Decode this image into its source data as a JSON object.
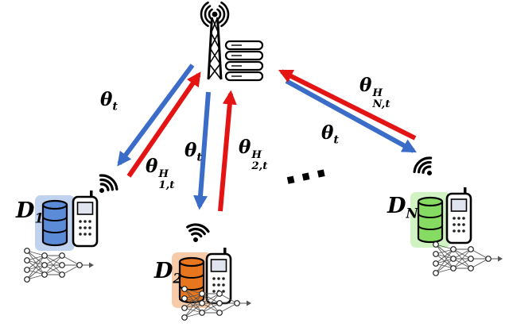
{
  "colors": {
    "downlink": "#3a6cc8",
    "uplink": "#e41414",
    "icon_stroke": "#000000"
  },
  "ellipsis": "...",
  "links": [
    {
      "downlink": {
        "symbol": "θ",
        "sub": "t"
      },
      "uplink": {
        "symbol": "θ",
        "sup": "H",
        "sub": "1,t"
      }
    },
    {
      "downlink": {
        "symbol": "θ",
        "sub": "t"
      },
      "uplink": {
        "symbol": "θ",
        "sup": "H",
        "sub": "2,t"
      }
    },
    {
      "downlink": {
        "symbol": "θ",
        "sub": "t"
      },
      "uplink": {
        "symbol": "θ",
        "sup": "H",
        "sub": "N,t"
      }
    }
  ],
  "devices": [
    {
      "label": "D",
      "sub": "1",
      "color": "#5b8ad6"
    },
    {
      "label": "D",
      "sub": "2",
      "color": "#e8761e"
    },
    {
      "label": "D",
      "sub": "N",
      "color": "#86dc62"
    }
  ]
}
